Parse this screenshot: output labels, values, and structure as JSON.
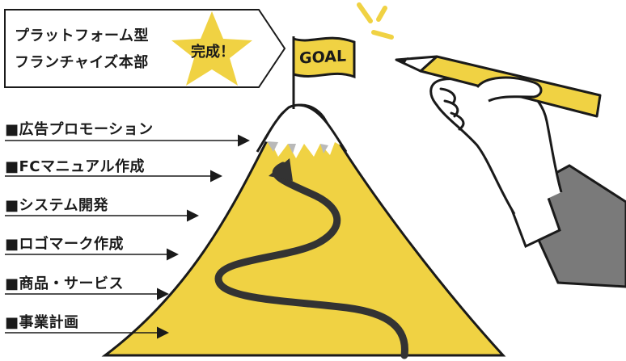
{
  "title_box": {
    "line1": "プラットフォーム型",
    "line2": "フランチャイズ本部"
  },
  "star_label": "完成！",
  "flag_label": "GOAL",
  "steps": [
    {
      "label": "■広告プロモーション"
    },
    {
      "label": "■FCマニュアル作成"
    },
    {
      "label": "■システム開発"
    },
    {
      "label": "■ロゴマーク作成"
    },
    {
      "label": "■商品・サービス"
    },
    {
      "label": "■事業計画"
    }
  ],
  "colors": {
    "mountain": "#f0d243",
    "star": "#f0d243",
    "outline": "#1a1a1a",
    "path": "#333333",
    "snow": "#ffffff",
    "snow_shadow": "#b9b9b9",
    "sleeve": "#7a7a7a",
    "pencil": "#f0d243"
  }
}
